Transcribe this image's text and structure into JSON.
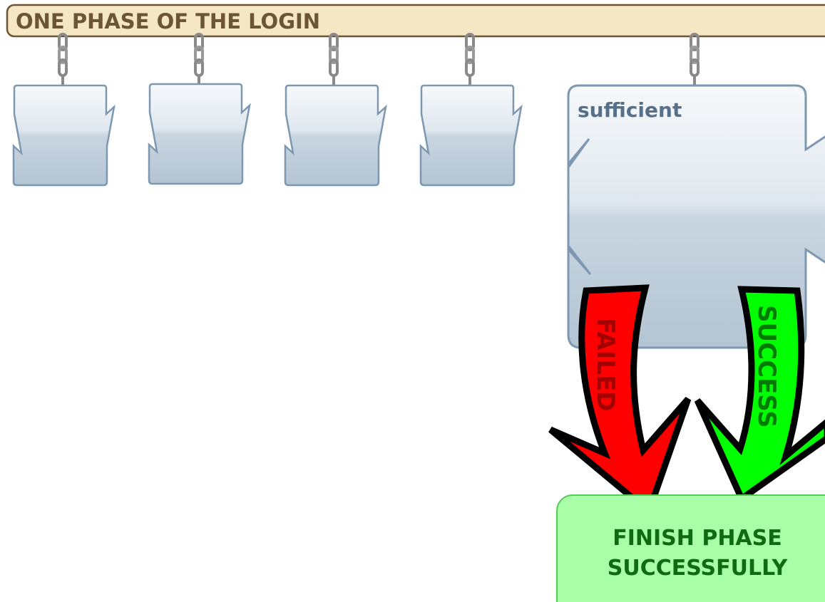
{
  "phase": {
    "title": "ONE PHASE OF THE LOGIN",
    "banner_color": "#f5e6c4",
    "banner_border": "#6b5535"
  },
  "modules": [
    {
      "label": ""
    },
    {
      "label": ""
    },
    {
      "label": ""
    },
    {
      "label": ""
    },
    {
      "label": "sufficient"
    }
  ],
  "arrows": {
    "failed": {
      "label": "FAILED",
      "color": "#ff0000",
      "text_color": "#a30000"
    },
    "success": {
      "label": "SUCCESS",
      "color": "#00ff00",
      "text_color": "#007a00"
    }
  },
  "finish": {
    "line1": "FINISH PHASE",
    "line2": "SUCCESSFULLY",
    "color": "#a8ffa8"
  }
}
